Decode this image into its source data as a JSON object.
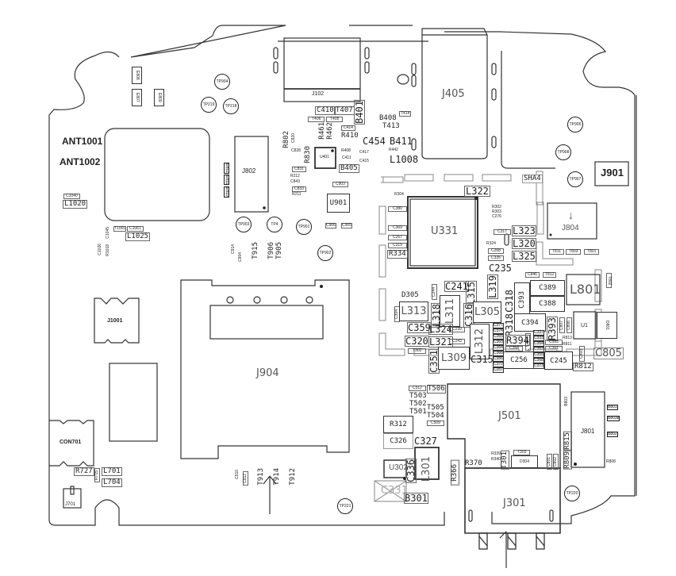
{
  "title": "PCB component placement (silkscreen layout)",
  "connectors": {
    "J102": "J102",
    "J405": "J405",
    "J901": "J901",
    "J804": "J804",
    "J802": "J802",
    "J904": "J904",
    "J1001": "J1001",
    "CON701": "CON701",
    "J501": "J501",
    "J301": "J301",
    "J801": "J801",
    "J701": "J701"
  },
  "ics": {
    "U331": "U331",
    "U401": "U401",
    "U901": "U901",
    "U302": "U302",
    "U1": "U1"
  },
  "antennas": [
    "ANT1001",
    "ANT1002"
  ],
  "testpoints": [
    "TP904",
    "TP219",
    "TP218",
    "TP906",
    "TP908",
    "TP907",
    "TP903",
    "TP4",
    "TP901",
    "TP902",
    "TP221",
    "TP220"
  ],
  "shield": "SHA4",
  "top_labels": [
    {
      "t": "C410",
      "c": "md"
    },
    {
      "t": "T407",
      "c": "md"
    },
    {
      "t": "B401",
      "c": "lg"
    },
    {
      "t": "T406",
      "c": "sm"
    },
    {
      "t": "T405",
      "c": "sm"
    },
    {
      "t": "R461",
      "c": "md"
    },
    {
      "t": "R462",
      "c": "md"
    },
    {
      "t": "R410",
      "c": "md"
    },
    {
      "t": "C414",
      "c": "sm"
    },
    {
      "t": "B408",
      "c": "md"
    },
    {
      "t": "T413",
      "c": "md"
    },
    {
      "t": "T414",
      "c": "sm"
    },
    {
      "t": "C454",
      "c": "lg"
    },
    {
      "t": "B411",
      "c": "lg"
    },
    {
      "t": "R442",
      "c": "sm"
    },
    {
      "t": "L1008",
      "c": "lg"
    },
    {
      "t": "C417",
      "c": "sm"
    },
    {
      "t": "C415",
      "c": "sm"
    },
    {
      "t": "C411",
      "c": "sm"
    },
    {
      "t": "R408",
      "c": "sm"
    },
    {
      "t": "B405",
      "c": "md"
    },
    {
      "t": "R802",
      "c": "md"
    },
    {
      "t": "C820",
      "c": "sm"
    },
    {
      "t": "C828",
      "c": "sm"
    },
    {
      "t": "R830",
      "c": "md"
    },
    {
      "t": "C831",
      "c": "sm"
    },
    {
      "t": "R212",
      "c": "sm"
    },
    {
      "t": "C843",
      "c": "sm"
    },
    {
      "t": "C833",
      "c": "sm"
    },
    {
      "t": "R211",
      "c": "sm"
    },
    {
      "t": "C903",
      "c": "sm"
    },
    {
      "t": "C906",
      "c": "sm"
    },
    {
      "t": "C905",
      "c": "sm"
    }
  ],
  "left_labels": [
    {
      "t": "E808",
      "c": "sm"
    },
    {
      "t": "E807",
      "c": "sm"
    },
    {
      "t": "E809",
      "c": "sm"
    },
    {
      "t": "C1040",
      "c": "sm"
    },
    {
      "t": "L1020",
      "c": "md"
    },
    {
      "t": "T1001",
      "c": "sm"
    },
    {
      "t": "C1061",
      "c": "sm"
    },
    {
      "t": "L1025",
      "c": "md"
    },
    {
      "t": "C1045",
      "c": "sm"
    },
    {
      "t": "R1018",
      "c": "sm"
    },
    {
      "t": "C1026",
      "c": "sm"
    },
    {
      "t": "C914",
      "c": "sm"
    },
    {
      "t": "C904",
      "c": "sm"
    },
    {
      "t": "T915",
      "c": "md"
    },
    {
      "t": "T906",
      "c": "md"
    },
    {
      "t": "T905",
      "c": "md"
    },
    {
      "t": "E812",
      "c": "sm"
    },
    {
      "t": "E811",
      "c": "sm"
    },
    {
      "t": "E810",
      "c": "sm"
    }
  ],
  "center_labels": [
    {
      "t": "R304",
      "c": "sm"
    },
    {
      "t": "C380",
      "c": "sm"
    },
    {
      "t": "C369",
      "c": "sm"
    },
    {
      "t": "C267",
      "c": "sm"
    },
    {
      "t": "C319",
      "c": "sm"
    },
    {
      "t": "R334",
      "c": "md"
    },
    {
      "t": "L322",
      "c": "lg"
    },
    {
      "t": "R302",
      "c": "sm"
    },
    {
      "t": "R303",
      "c": "sm"
    },
    {
      "t": "C276",
      "c": "sm"
    },
    {
      "t": "C317",
      "c": "sm"
    },
    {
      "t": "L323",
      "c": "lg"
    },
    {
      "t": "L320",
      "c": "lg"
    },
    {
      "t": "L325",
      "c": "lg"
    },
    {
      "t": "R324",
      "c": "sm"
    },
    {
      "t": "C268",
      "c": "sm"
    },
    {
      "t": "C335",
      "c": "sm"
    },
    {
      "t": "C235",
      "c": "lg"
    },
    {
      "t": "L319",
      "c": "lg"
    },
    {
      "t": "C241",
      "c": "lg"
    },
    {
      "t": "L315",
      "c": "lg"
    },
    {
      "t": "D305",
      "c": "md"
    },
    {
      "t": "C244",
      "c": "sm"
    },
    {
      "t": "C304",
      "c": "sm"
    },
    {
      "t": "L313",
      "c": "xl"
    },
    {
      "t": "L318",
      "c": "lg"
    },
    {
      "t": "L311",
      "c": "xl"
    },
    {
      "t": "C316",
      "c": "lg"
    },
    {
      "t": "L305",
      "c": "xl"
    },
    {
      "t": "C318",
      "c": "lg"
    },
    {
      "t": "R318",
      "c": "lg"
    },
    {
      "t": "C359",
      "c": "lg"
    },
    {
      "t": "L324",
      "c": "lg"
    },
    {
      "t": "C239",
      "c": "sm"
    },
    {
      "t": "C320",
      "c": "lg"
    },
    {
      "t": "L321",
      "c": "lg"
    },
    {
      "t": "C243",
      "c": "sm"
    },
    {
      "t": "L312",
      "c": "xl"
    },
    {
      "t": "T302",
      "c": "sm"
    },
    {
      "t": "C351",
      "c": "lg"
    },
    {
      "t": "L309",
      "c": "xl"
    },
    {
      "t": "C315",
      "c": "lg"
    },
    {
      "t": "R394",
      "c": "lg"
    },
    {
      "t": "C358",
      "c": "sm"
    },
    {
      "t": "C334",
      "c": "sm"
    },
    {
      "t": "C256",
      "c": "md"
    },
    {
      "t": "C393",
      "c": "md"
    },
    {
      "t": "C389",
      "c": "md"
    },
    {
      "t": "C388",
      "c": "md"
    },
    {
      "t": "C394",
      "c": "md"
    },
    {
      "t": "C846",
      "c": "sm"
    },
    {
      "t": "T812",
      "c": "sm"
    },
    {
      "t": "L801",
      "c": "xl"
    },
    {
      "t": "R393",
      "c": "lg"
    },
    {
      "t": "C353",
      "c": "sm"
    },
    {
      "t": "C391",
      "c": "sm"
    },
    {
      "t": "C245",
      "c": "md"
    },
    {
      "t": "C807",
      "c": "sm"
    },
    {
      "t": "C806",
      "c": "sm"
    },
    {
      "t": "R813",
      "c": "sm"
    },
    {
      "t": "R811",
      "c": "sm"
    },
    {
      "t": "D801",
      "c": "sm"
    },
    {
      "t": "C803",
      "c": "sm"
    },
    {
      "t": "C805",
      "c": "xl"
    },
    {
      "t": "R812",
      "c": "md"
    },
    {
      "t": "T811",
      "c": "sm"
    },
    {
      "t": "T803",
      "c": "sm"
    },
    {
      "t": "T801",
      "c": "sm"
    },
    {
      "t": "T802",
      "c": "sm"
    }
  ],
  "bottom_labels": [
    {
      "t": "C512",
      "c": "sm"
    },
    {
      "t": "T506",
      "c": "md"
    },
    {
      "t": "T503",
      "c": "md"
    },
    {
      "t": "T502",
      "c": "md"
    },
    {
      "t": "T501",
      "c": "md"
    },
    {
      "t": "T505",
      "c": "md"
    },
    {
      "t": "T504",
      "c": "md"
    },
    {
      "t": "C509",
      "c": "sm"
    },
    {
      "t": "R312",
      "c": "md"
    },
    {
      "t": "C326",
      "c": "md"
    },
    {
      "t": "C327",
      "c": "lg"
    },
    {
      "t": "L301",
      "c": "xl"
    },
    {
      "t": "C336",
      "c": "lg"
    },
    {
      "t": "C331",
      "c": "xl"
    },
    {
      "t": "B301",
      "c": "lg"
    },
    {
      "t": "R366",
      "c": "md"
    },
    {
      "t": "R370",
      "c": "md"
    },
    {
      "t": "R339",
      "c": "sm"
    },
    {
      "t": "R340",
      "c": "sm"
    },
    {
      "t": "T301",
      "c": "md"
    },
    {
      "t": "T303",
      "c": "sm"
    },
    {
      "t": "D304",
      "c": "sm"
    },
    {
      "t": "C801",
      "c": "sm"
    },
    {
      "t": "C802",
      "c": "sm"
    },
    {
      "t": "R809",
      "c": "md"
    },
    {
      "t": "R815",
      "c": "md"
    },
    {
      "t": "B803",
      "c": "sm"
    },
    {
      "t": "R808",
      "c": "sm"
    },
    {
      "t": "B801",
      "c": "sm"
    },
    {
      "t": "B803b",
      "c": "sm"
    },
    {
      "t": "B802",
      "c": "sm"
    },
    {
      "t": "R727",
      "c": "md"
    },
    {
      "t": "R715",
      "c": "sm"
    },
    {
      "t": "L701",
      "c": "md"
    },
    {
      "t": "L704",
      "c": "md"
    },
    {
      "t": "T913",
      "c": "md"
    },
    {
      "t": "T914",
      "c": "md"
    },
    {
      "t": "T912",
      "c": "md"
    },
    {
      "t": "C910",
      "c": "sm"
    },
    {
      "t": "C912",
      "c": "sm"
    }
  ],
  "resistor_stack": [
    "C377",
    "C374",
    "C365",
    "C363",
    "C364",
    "C366",
    "C356",
    "C372",
    "C357"
  ],
  "resistor_stack2": [
    "C337",
    "C333",
    "C354",
    "C352",
    "C355",
    "C368",
    "C373"
  ]
}
